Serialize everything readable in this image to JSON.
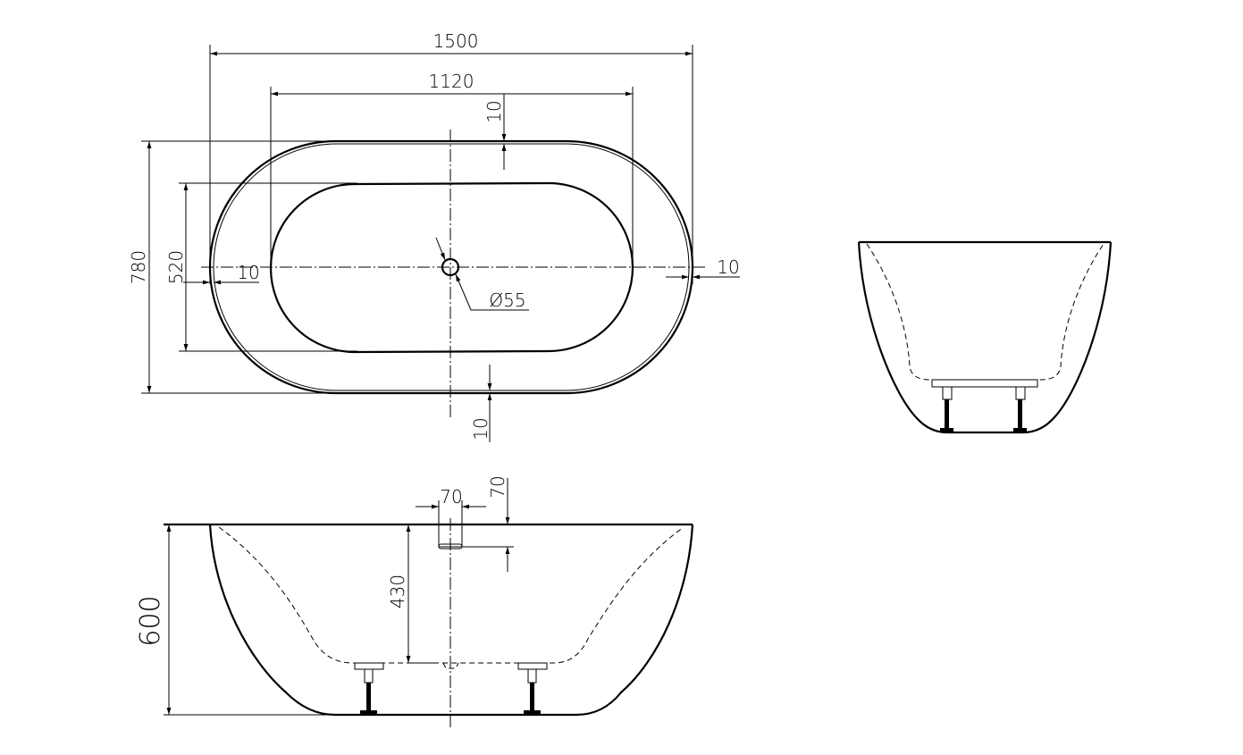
{
  "drawing": {
    "top_view": {
      "overall_length": "1500",
      "inner_length": "1120",
      "overall_width": "780",
      "inner_width": "520",
      "rim_top": "10",
      "rim_left": "10",
      "rim_right": "10",
      "rim_bottom": "10",
      "drain_diameter": "Ø55"
    },
    "side_view": {
      "overall_height": "600",
      "overflow_height": "430",
      "overflow_width": "70",
      "overflow_offset": "70"
    }
  }
}
